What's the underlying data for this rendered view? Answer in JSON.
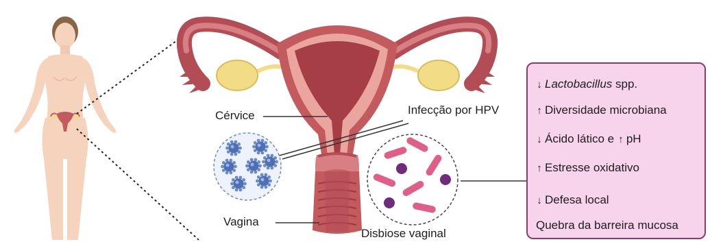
{
  "labels": {
    "cervix": "Cérvice",
    "vagina": "Vagina",
    "hpv": "Infecção por HPV",
    "dysbiosis": "Disbiose vaginal"
  },
  "effects": {
    "row1_italic": "Lactobacillus",
    "row1_rest": " spp.",
    "row2": "Diversidade microbiana",
    "row3_a": "Ácido lático e ",
    "row3_b": "pH",
    "row4": "Estresse oxidativo",
    "row5": "Defesa local",
    "row6": "Quebra da barreira mucosa"
  },
  "arrows": {
    "down": "↓",
    "up": "↑"
  },
  "colors": {
    "skin": "#f5d3bd",
    "uterus_outer": "#c25a5e",
    "uterus_inner": "#e9a59e",
    "cavity": "#a63e46",
    "ovary": "#f2dc86",
    "box_fill": "#f7d3ec",
    "box_border": "#8a3a6a",
    "virus": "#6a8ac9",
    "bacteria_rod": "#e05f86",
    "bacteria_cocci": "#6f2b7c"
  }
}
